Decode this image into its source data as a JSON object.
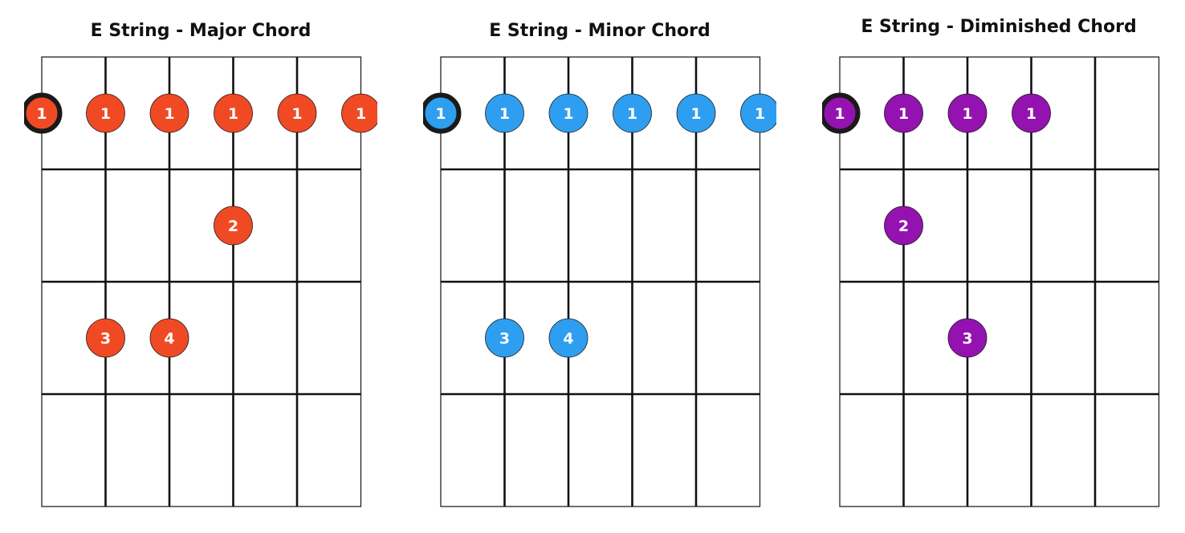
{
  "chart_data": [
    {
      "type": "diagram",
      "title": "E String - Major Chord",
      "color": "#f04a24",
      "frets": 4,
      "columns": 5,
      "root": {
        "fret": 1,
        "string": 0,
        "label": "1"
      },
      "dots": [
        {
          "fret": 1,
          "string": 1,
          "label": "1"
        },
        {
          "fret": 1,
          "string": 2,
          "label": "1"
        },
        {
          "fret": 1,
          "string": 3,
          "label": "1"
        },
        {
          "fret": 1,
          "string": 4,
          "label": "1"
        },
        {
          "fret": 1,
          "string": 5,
          "label": "1"
        },
        {
          "fret": 2,
          "string": 3,
          "label": "2"
        },
        {
          "fret": 3,
          "string": 1,
          "label": "3"
        },
        {
          "fret": 3,
          "string": 2,
          "label": "4"
        }
      ]
    },
    {
      "type": "diagram",
      "title": "E String - Minor Chord",
      "color": "#2e9ef0",
      "frets": 4,
      "columns": 5,
      "root": {
        "fret": 1,
        "string": 0,
        "label": "1"
      },
      "dots": [
        {
          "fret": 1,
          "string": 1,
          "label": "1"
        },
        {
          "fret": 1,
          "string": 2,
          "label": "1"
        },
        {
          "fret": 1,
          "string": 3,
          "label": "1"
        },
        {
          "fret": 1,
          "string": 4,
          "label": "1"
        },
        {
          "fret": 1,
          "string": 5,
          "label": "1"
        },
        {
          "fret": 3,
          "string": 1,
          "label": "3"
        },
        {
          "fret": 3,
          "string": 2,
          "label": "4"
        }
      ]
    },
    {
      "type": "diagram",
      "title": "E String - Diminished Chord",
      "color": "#9412b0",
      "frets": 4,
      "columns": 5,
      "root": {
        "fret": 1,
        "string": 0,
        "label": "1"
      },
      "dots": [
        {
          "fret": 1,
          "string": 1,
          "label": "1"
        },
        {
          "fret": 1,
          "string": 2,
          "label": "1"
        },
        {
          "fret": 1,
          "string": 3,
          "label": "1"
        },
        {
          "fret": 2,
          "string": 1,
          "label": "2"
        },
        {
          "fret": 3,
          "string": 2,
          "label": "3"
        }
      ]
    }
  ]
}
